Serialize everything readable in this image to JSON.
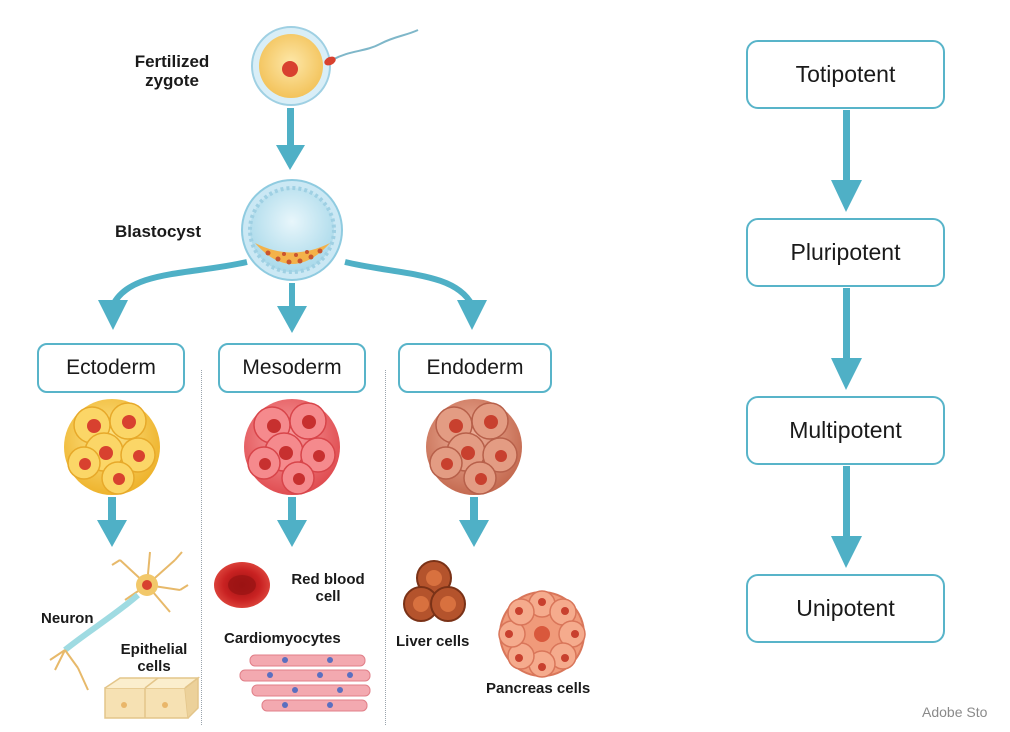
{
  "stages": {
    "zygote_line1": "Fertilized",
    "zygote_line2": "zygote",
    "blastocyst": "Blastocyst"
  },
  "germ_layers": {
    "ectoderm": "Ectoderm",
    "mesoderm": "Mesoderm",
    "endoderm": "Endoderm"
  },
  "cell_types": {
    "neuron": "Neuron",
    "epithelial_line1": "Epithelial",
    "epithelial_line2": "cells",
    "red_blood_line1": "Red blood",
    "red_blood_line2": "cell",
    "cardiomyocytes": "Cardiomyocytes",
    "liver": "Liver cells",
    "pancreas": "Pancreas cells"
  },
  "potency": {
    "level1": "Totipotent",
    "level2": "Pluripotent",
    "level3": "Multipotent",
    "level4": "Unipotent"
  },
  "watermark": "Adobe Sto",
  "colors": {
    "arrow": "#4fb0c6",
    "box_border": "#58b4c9",
    "ectoderm_cell": "#f7c948",
    "mesoderm_cell": "#ee6b6e",
    "endoderm_cell": "#d9826a",
    "nucleus": "#d8412f"
  }
}
